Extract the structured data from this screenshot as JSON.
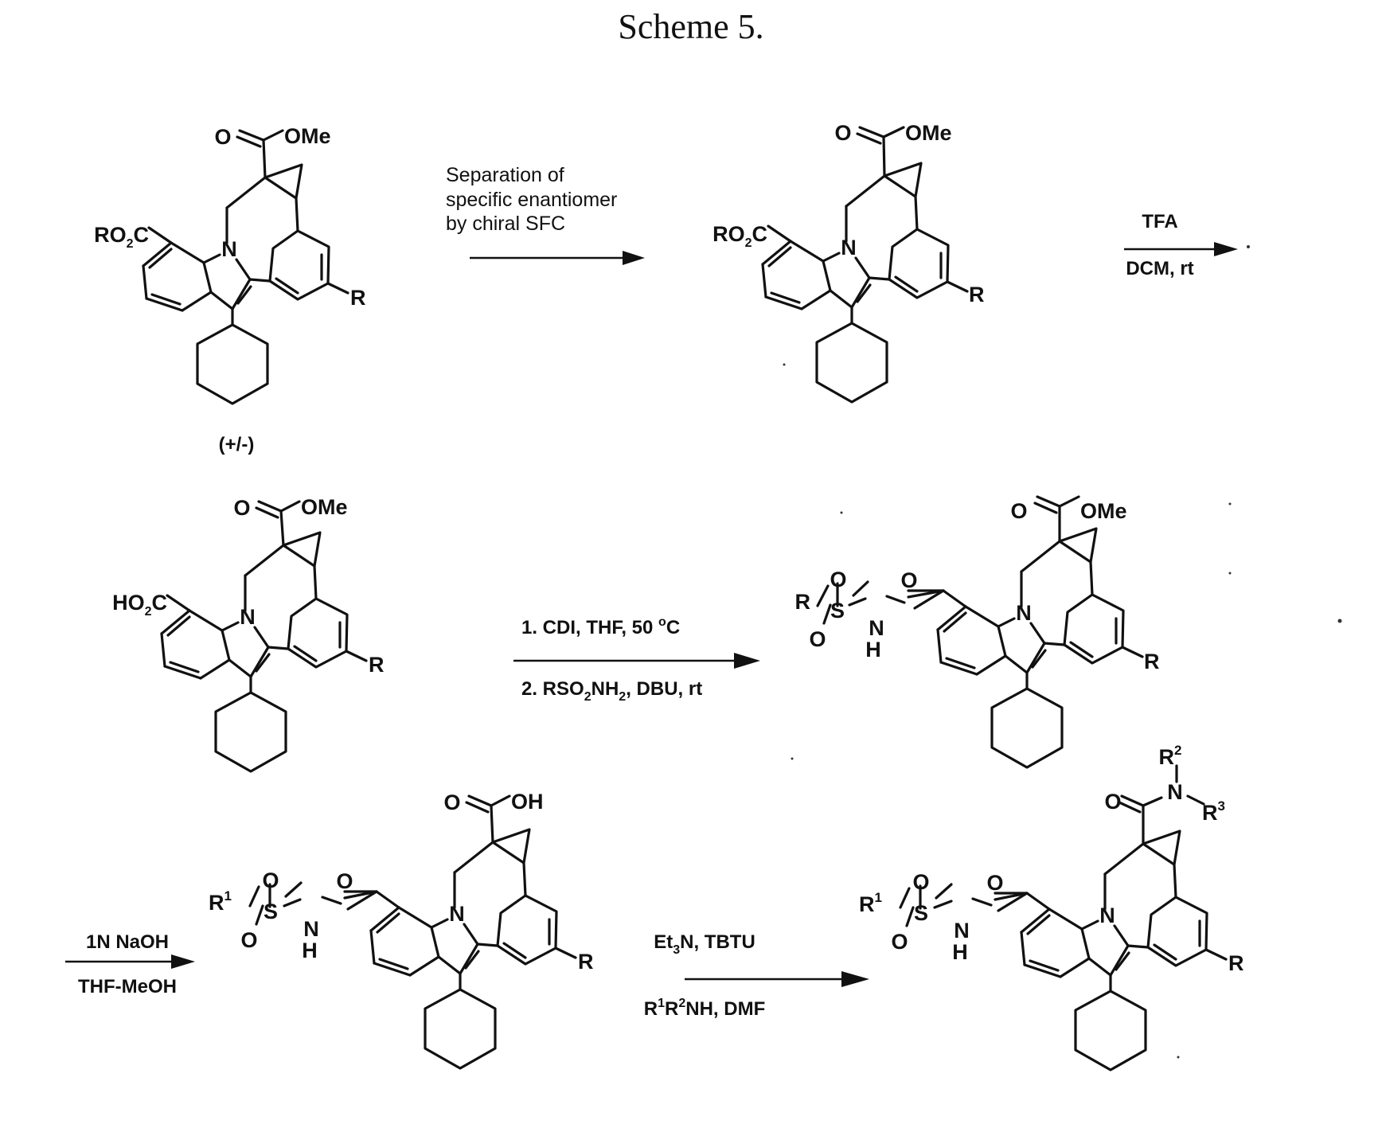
{
  "title": "Scheme 5.",
  "structures": {
    "s1": {
      "acid_group": "RO2C",
      "ester_o": "O",
      "ester_label": "OMe",
      "ring_n": "N",
      "r_group": "R",
      "stereo_note": "(+/-)"
    },
    "s2": {
      "acid_group": "RO2C",
      "ester_o": "O",
      "ester_label": "OMe",
      "ring_n": "N",
      "r_group": "R"
    },
    "s3": {
      "acid_group": "HO2C",
      "ester_o": "O",
      "ester_label": "OMe",
      "ring_n": "N",
      "r_group": "R"
    },
    "s4": {
      "sulfonyl_r": "R",
      "sulfonyl_s": "S",
      "sulfonyl_o": "O",
      "amide_n": "N",
      "amide_h": "H",
      "carbonyl_o": "O",
      "ester_o": "O",
      "ester_label": "OMe",
      "ring_n": "N",
      "r_group": "R"
    },
    "s5": {
      "sulfonyl_r": "R",
      "sulfonyl_r_sup": "1",
      "sulfonyl_s": "S",
      "sulfonyl_o": "O",
      "amide_n": "N",
      "amide_h": "H",
      "carbonyl_o": "O",
      "acid_o": "O",
      "acid_label": "OH",
      "ring_n": "N",
      "r_group": "R"
    },
    "s6": {
      "sulfonyl_r": "R",
      "sulfonyl_r_sup": "1",
      "sulfonyl_s": "S",
      "sulfonyl_o": "O",
      "amide_n": "N",
      "amide_h": "H",
      "carbonyl_o": "O",
      "amide2_o": "O",
      "amide2_n": "N",
      "r2": "R",
      "r2_sup": "2",
      "r3": "R",
      "r3_sup": "3",
      "ring_n": "N",
      "r_group": "R"
    }
  },
  "steps": [
    {
      "above": [
        "Separation of",
        "specific enantiomer",
        "by chiral SFC"
      ],
      "below": []
    },
    {
      "above": [
        "TFA"
      ],
      "below": [
        "DCM, rt"
      ]
    },
    {
      "above": [
        "1. CDI, THF, 50 ºC"
      ],
      "below": [
        "2. RSO2NH2, DBU, rt"
      ]
    },
    {
      "above": [
        "1N NaOH"
      ],
      "below": [
        "THF-MeOH"
      ]
    },
    {
      "above": [
        "Et3N, TBTU"
      ],
      "below": [
        "R1R2NH, DMF"
      ]
    }
  ]
}
